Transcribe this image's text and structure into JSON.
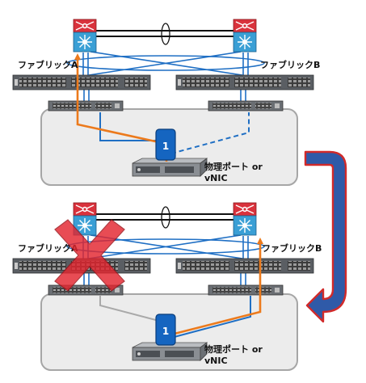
{
  "colors": {
    "link_blue": "#1f6fc4",
    "orange": "#ec7a1c",
    "vnic_blue": "#1565c0",
    "router_red": "#d9323c",
    "switch_cyan": "#3a9fd5",
    "chassis_fill": "#ececec",
    "chassis_stroke": "#a6a6a6",
    "arrow_blue": "#2f5aa8",
    "arrow_red": "#d12a2a",
    "x_red": "#e3262f"
  },
  "top": {
    "fabric_a_label": "ファブリックA",
    "fabric_b_label": "ファブリックB",
    "vnic_number": "1",
    "port_label_line1": "物理ポート or",
    "port_label_line2": "vNIC"
  },
  "bottom": {
    "fabric_a_label": "ファブリックA",
    "fabric_b_label": "ファブリックB",
    "vnic_number": "1",
    "port_label_line1": "物理ポート or",
    "port_label_line2": "vNIC",
    "fabric_a_failed": true
  }
}
